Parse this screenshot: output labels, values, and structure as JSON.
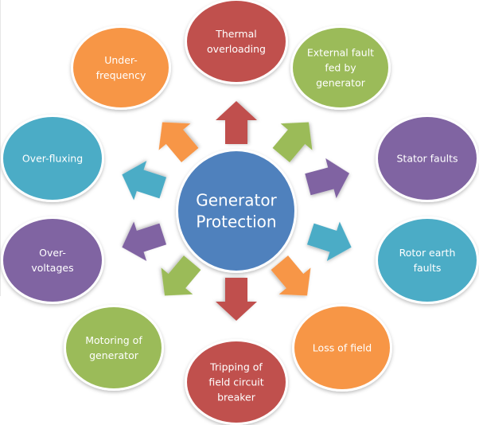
{
  "diagram": {
    "type": "radial-cycle",
    "center": {
      "id": "generator-protection",
      "lines": [
        "Generator",
        "Protection"
      ],
      "color": "#4F81BD"
    },
    "nodes": [
      {
        "id": "thermal-overloading",
        "lines": [
          "Thermal",
          "overloading"
        ],
        "color": "#C0504D"
      },
      {
        "id": "external-fault-fed-by-generator",
        "lines": [
          "External fault",
          "fed by",
          "generator"
        ],
        "color": "#9BBB59"
      },
      {
        "id": "stator-faults",
        "lines": [
          "Stator faults"
        ],
        "color": "#8064A2"
      },
      {
        "id": "rotor-earth-faults",
        "lines": [
          "Rotor earth",
          "faults"
        ],
        "color": "#4BACC6"
      },
      {
        "id": "loss-of-field",
        "lines": [
          "Loss of field"
        ],
        "color": "#F79646"
      },
      {
        "id": "tripping-of-field-circuit-breaker",
        "lines": [
          "Tripping of",
          "field circuit",
          "breaker"
        ],
        "color": "#C0504D"
      },
      {
        "id": "motoring-of-generator",
        "lines": [
          "Motoring of",
          "generator"
        ],
        "color": "#9BBB59"
      },
      {
        "id": "over-voltages",
        "lines": [
          "Over-",
          "voltages"
        ],
        "color": "#8064A2"
      },
      {
        "id": "over-fluxing",
        "lines": [
          "Over-fluxing"
        ],
        "color": "#4BACC6"
      },
      {
        "id": "under-frequency",
        "lines": [
          "Under-",
          "frequency"
        ],
        "color": "#F79646"
      }
    ],
    "edges": [
      {
        "from": "generator-protection",
        "to": "thermal-overloading",
        "style": "block-arrow"
      },
      {
        "from": "generator-protection",
        "to": "external-fault-fed-by-generator",
        "style": "block-arrow"
      },
      {
        "from": "generator-protection",
        "to": "stator-faults",
        "style": "block-arrow"
      },
      {
        "from": "generator-protection",
        "to": "rotor-earth-faults",
        "style": "block-arrow"
      },
      {
        "from": "generator-protection",
        "to": "loss-of-field",
        "style": "block-arrow"
      },
      {
        "from": "generator-protection",
        "to": "tripping-of-field-circuit-breaker",
        "style": "block-arrow"
      },
      {
        "from": "generator-protection",
        "to": "motoring-of-generator",
        "style": "block-arrow"
      },
      {
        "from": "generator-protection",
        "to": "over-voltages",
        "style": "block-arrow"
      },
      {
        "from": "generator-protection",
        "to": "over-fluxing",
        "style": "block-arrow"
      },
      {
        "from": "generator-protection",
        "to": "under-frequency",
        "style": "block-arrow"
      }
    ]
  }
}
